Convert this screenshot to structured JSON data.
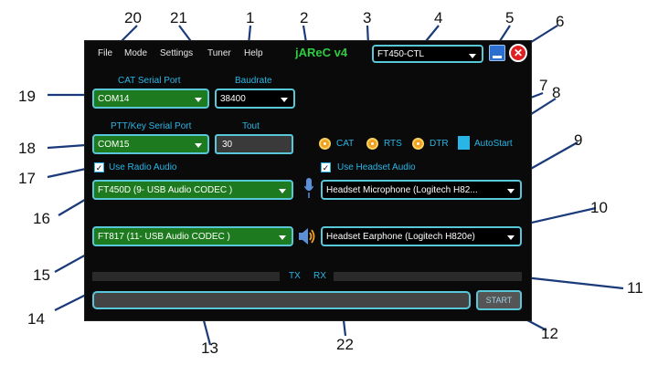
{
  "menu": [
    "File",
    "Mode",
    "Settings",
    "Tuner",
    "Help"
  ],
  "app_title": "jAReC v4",
  "radio_select": {
    "value": "FT450-CTL"
  },
  "cat_port": {
    "label": "CAT Serial Port",
    "value": "COM14"
  },
  "baudrate": {
    "label": "Baudrate",
    "value": "38400"
  },
  "ptt_port": {
    "label": "PTT/Key Serial Port",
    "value": "COM15"
  },
  "tout": {
    "label": "Tout",
    "value": "30"
  },
  "options": {
    "cat": "CAT",
    "rts": "RTS",
    "dtr": "DTR",
    "autostart": "AutoStart"
  },
  "use_radio_audio": "Use Radio Audio",
  "use_headset_audio": "Use Headset Audio",
  "radio_in": "FT450D (9- USB Audio CODEC )",
  "radio_out": "FT817 (11- USB Audio CODEC )",
  "headset_mic": "Headset Microphone (Logitech H82...",
  "headset_ear": "Headset Earphone (Logitech H820e)",
  "tx_label": "TX",
  "rx_label": "RX",
  "start_label": "START",
  "callouts": [
    "1",
    "2",
    "3",
    "4",
    "5",
    "6",
    "7",
    "8",
    "9",
    "10",
    "11",
    "12",
    "13",
    "14",
    "15",
    "16",
    "17",
    "18",
    "19",
    "20",
    "21",
    "22"
  ],
  "colors": {
    "accent": "#58c7d8",
    "label": "#29b6e6",
    "dropdown_green": "#1e7a1e",
    "title_green": "#2ecc40",
    "radio_orange": "#f0a020",
    "close_red": "#e02020"
  }
}
